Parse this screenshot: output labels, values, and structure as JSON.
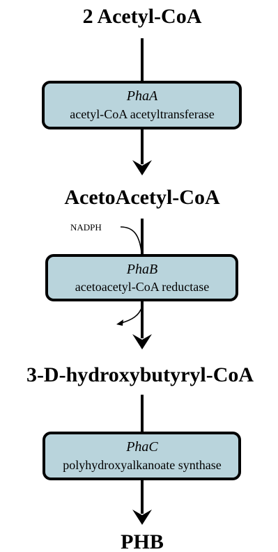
{
  "compounds": {
    "c1": "2 Acetyl-CoA",
    "c2": "AcetoAcetyl-CoA",
    "c3": "3-D-hydroxybutyryl-CoA",
    "c4": "PHB"
  },
  "enzymes": {
    "e1": {
      "gene": "PhaA",
      "name": "acetyl-CoA acetyltransferase"
    },
    "e2": {
      "gene": "PhaB",
      "name": "acetoacetyl-CoA reductase"
    },
    "e3": {
      "gene": "PhaC",
      "name": "polyhydroxyalkanoate synthase"
    }
  },
  "cofactors": {
    "nadph": "NADPH"
  },
  "colors": {
    "box_fill": "#b9d4dc",
    "stroke": "#000000"
  }
}
